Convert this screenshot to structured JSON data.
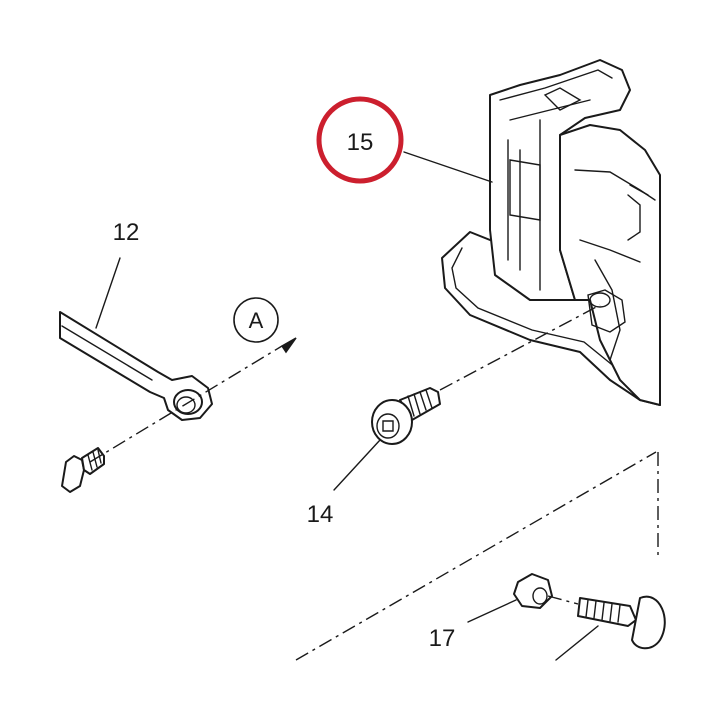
{
  "labels": {
    "part_12": "12",
    "part_14": "14",
    "part_15": "15",
    "part_17": "17",
    "callout_a": "A"
  },
  "colors": {
    "highlight_ring": "#cc1f2e",
    "line": "#1a1a1a",
    "background": "#ffffff"
  }
}
